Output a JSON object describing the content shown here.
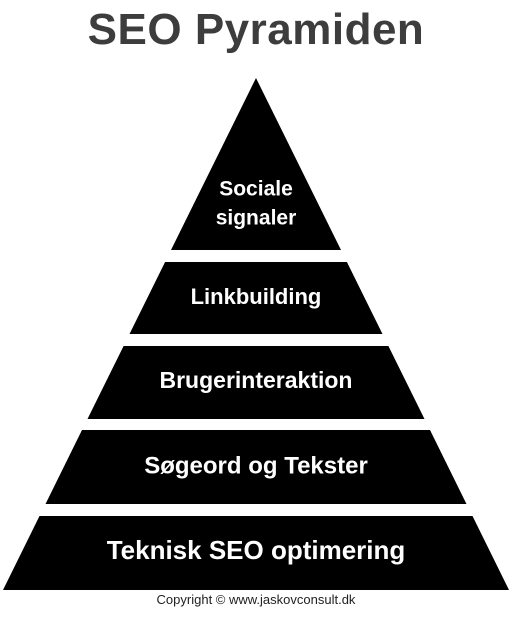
{
  "title": "SEO Pyramiden",
  "levels": [
    {
      "lines": [
        "Sociale",
        "signaler"
      ]
    },
    {
      "lines": [
        "Linkbuilding"
      ]
    },
    {
      "lines": [
        "Brugerinteraktion"
      ]
    },
    {
      "lines": [
        "Søgeord og Tekster"
      ]
    },
    {
      "lines": [
        "Teknisk SEO optimering"
      ]
    }
  ],
  "copyright": "Copyright © www.jaskovconsult.dk",
  "colors": {
    "level_fill": "#000000",
    "level_text": "#ffffff",
    "title": "#3d3d3d"
  }
}
